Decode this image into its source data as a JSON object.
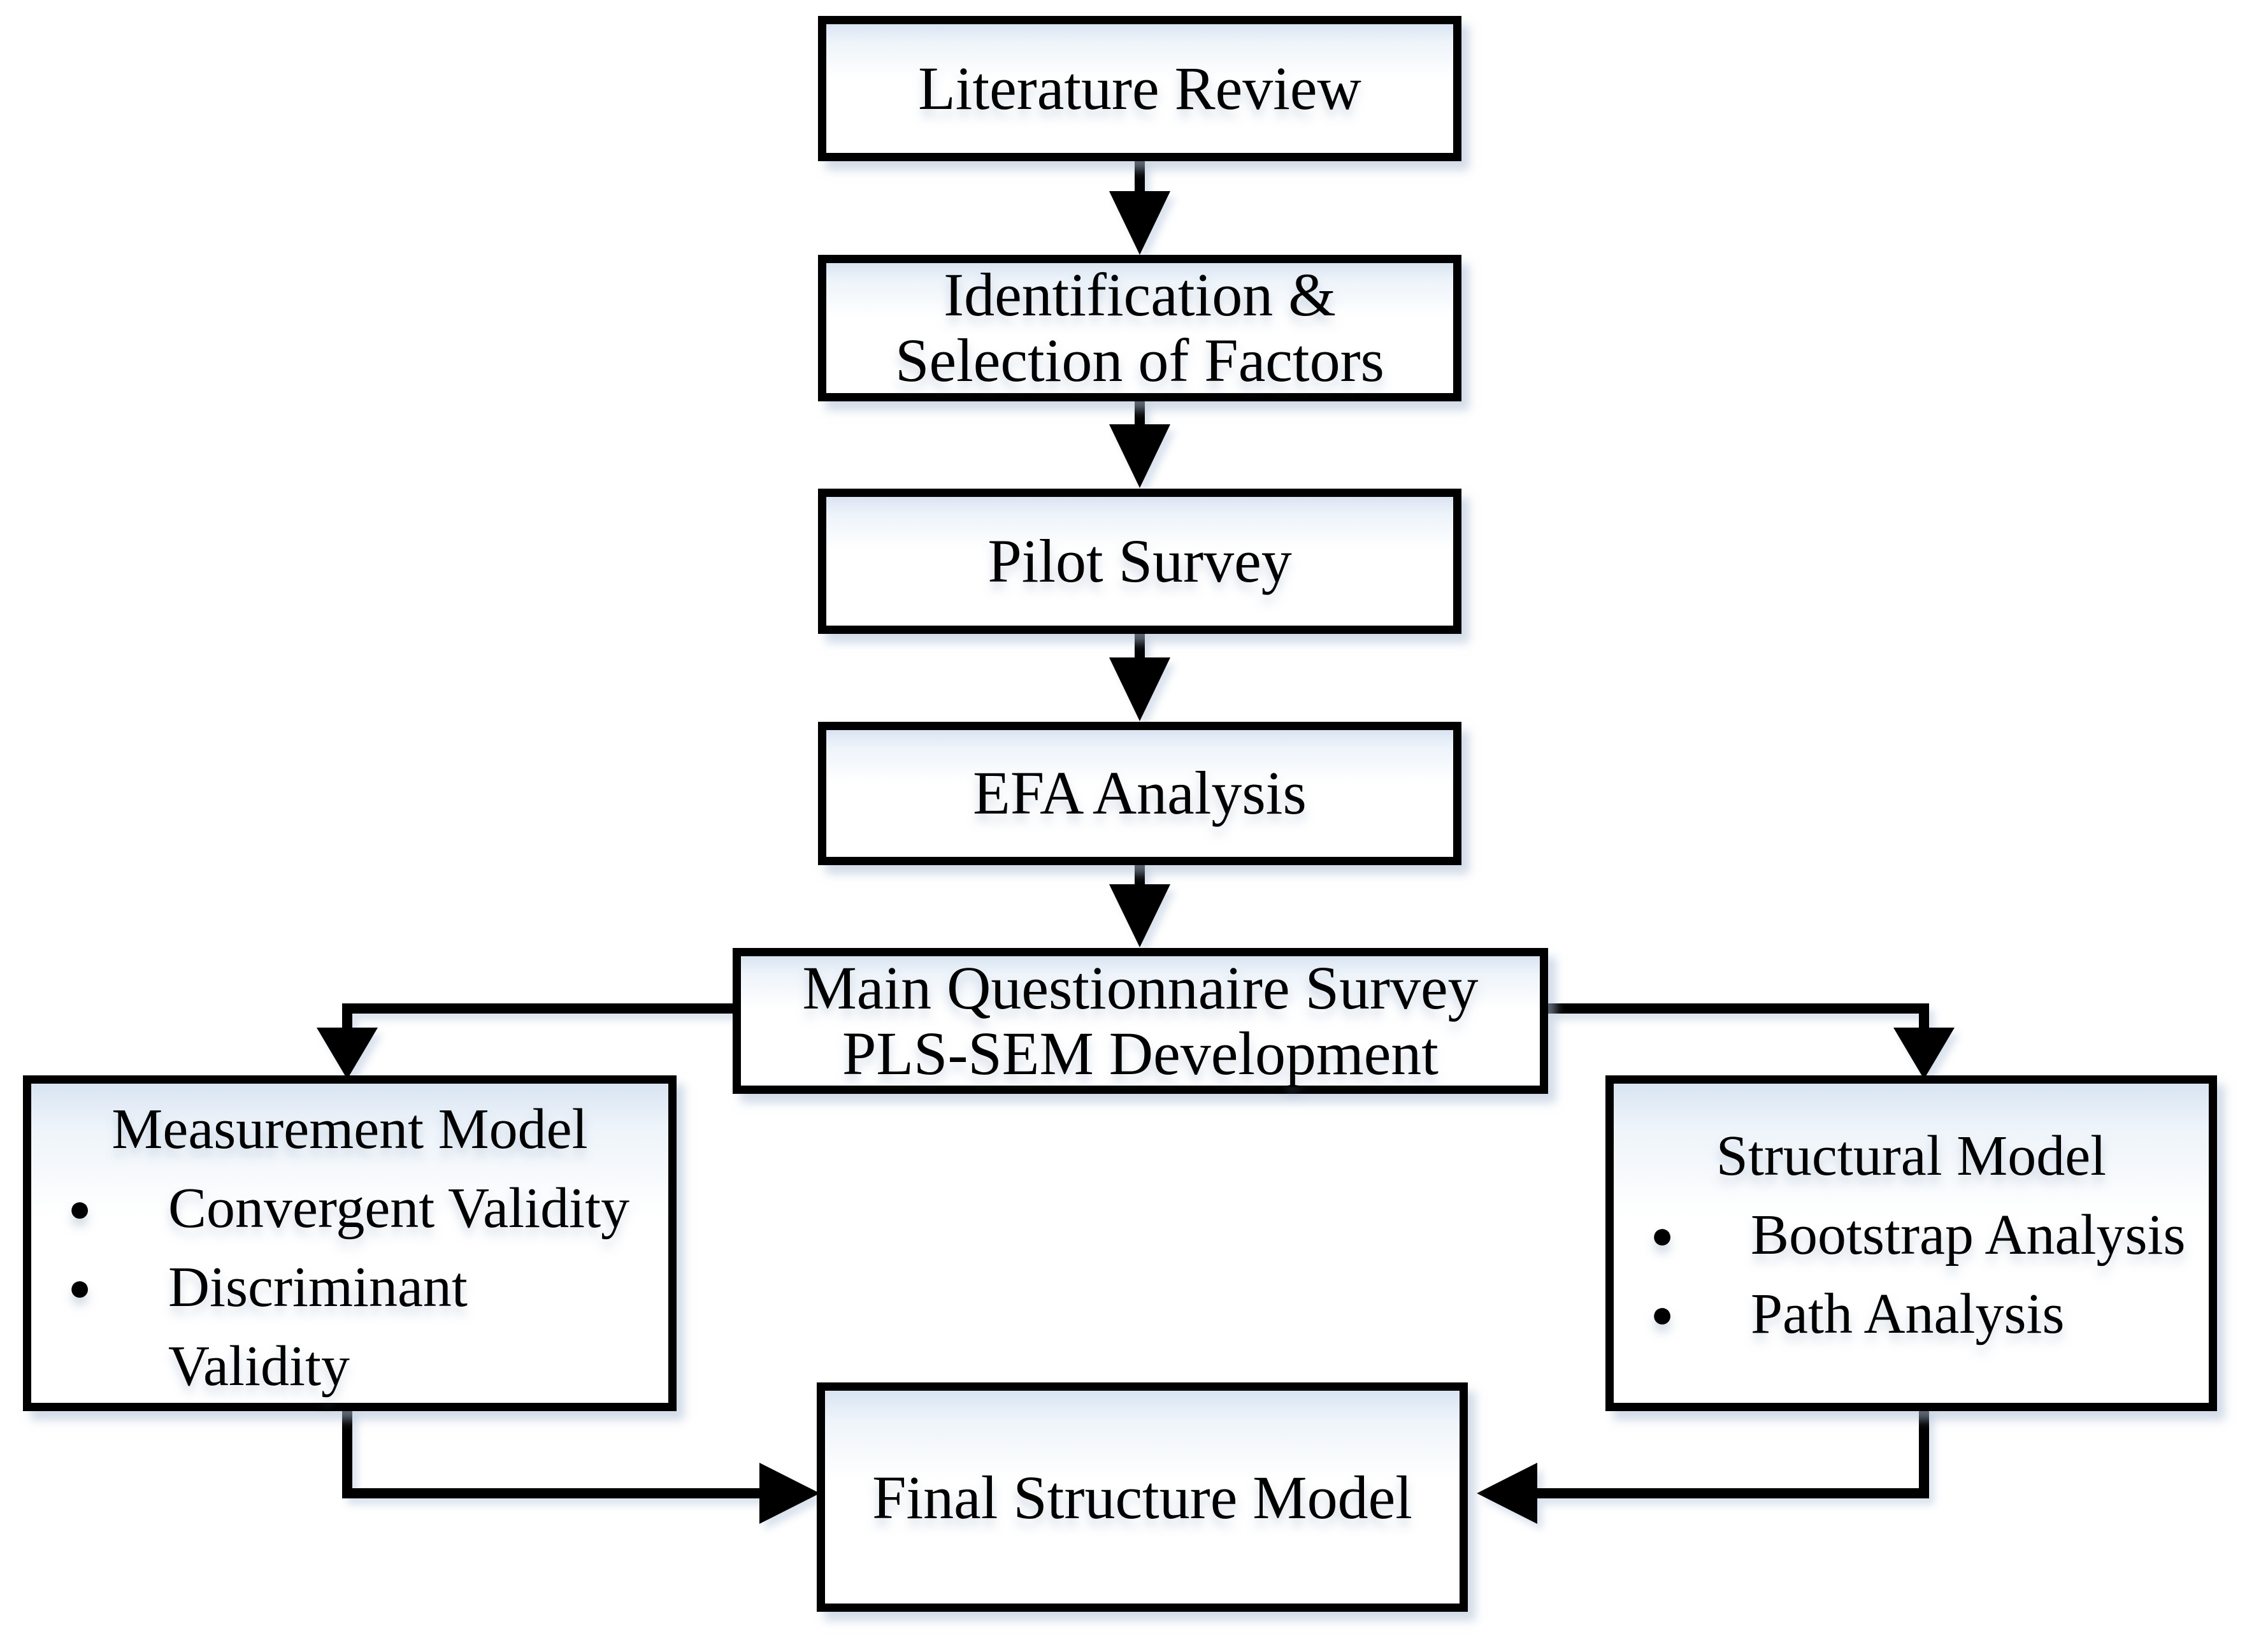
{
  "figure": {
    "background_color": "#ffffff",
    "box_border_color": "#000000",
    "box_fill_tint": "#d9e4f2",
    "connector_color": "#000000",
    "text_color": "#000000",
    "bullet_glyph": "●",
    "nodes": {
      "literature_review": {
        "label": "Literature Review"
      },
      "identification_selection": {
        "label": "Identification &\nSelection of Factors"
      },
      "pilot_survey": {
        "label": "Pilot Survey"
      },
      "efa_analysis": {
        "label": "EFA Analysis"
      },
      "main_questionnaire": {
        "label": "Main Questionnaire Survey\nPLS-SEM Development"
      },
      "measurement_model": {
        "title": "Measurement Model",
        "bullets": [
          "Convergent Validity",
          "Discriminant Validity"
        ]
      },
      "structural_model": {
        "title": "Structural Model",
        "bullets": [
          "Bootstrap Analysis",
          "Path Analysis"
        ]
      },
      "final_structure_model": {
        "label": "Final Structure Model"
      }
    }
  }
}
